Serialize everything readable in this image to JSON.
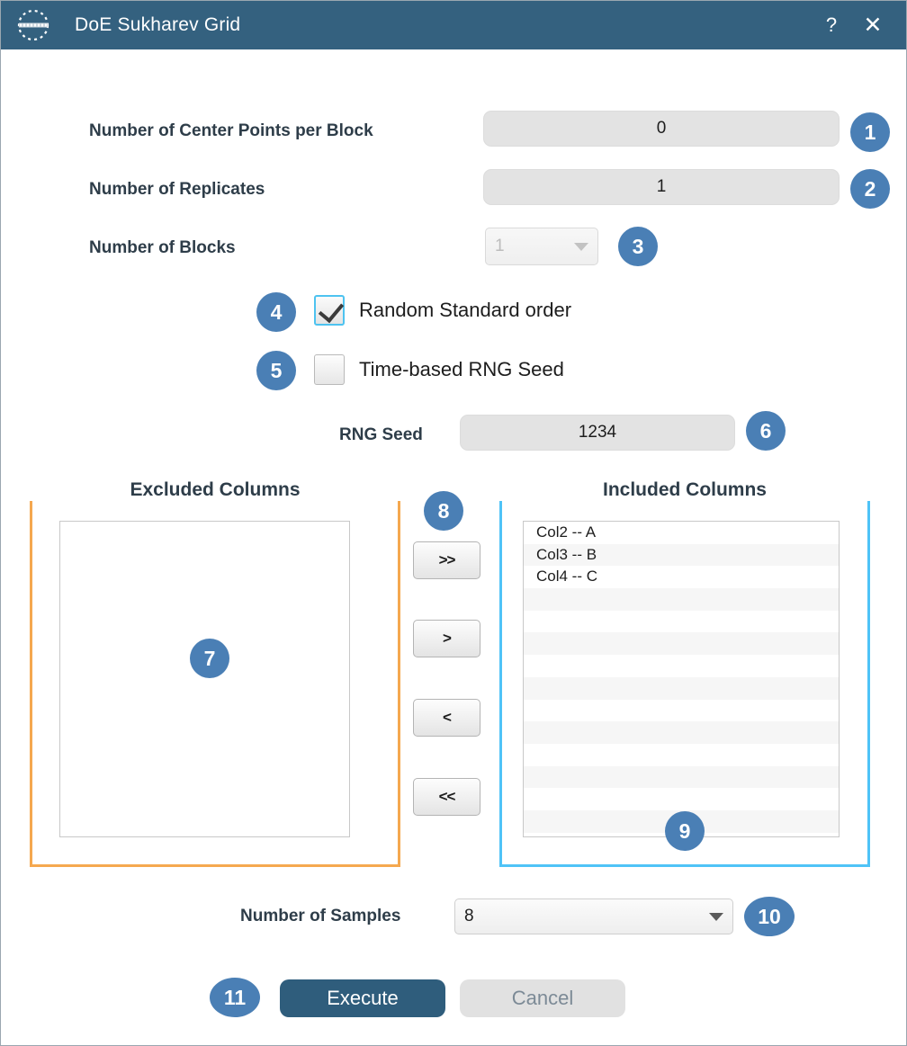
{
  "window": {
    "title": "DoE Sukharev Grid",
    "icon": "target-crosshair-icon",
    "help_label": "?",
    "close_label": "✕",
    "titlebar_color": "#34617f"
  },
  "theme": {
    "accent_badge": "#4a7fb5",
    "excluded_bracket": "#f5a84f",
    "included_bracket": "#4fc3f7",
    "primary_button": "#2f5d7c",
    "checkbox_focus": "#4ec3f0"
  },
  "fields": {
    "center_points": {
      "label": "Number of Center Points per Block",
      "value": "0",
      "badge": "1"
    },
    "replicates": {
      "label": "Number of Replicates",
      "value": "1",
      "badge": "2"
    },
    "blocks": {
      "label": "Number of Blocks",
      "value": "1",
      "badge": "3",
      "disabled": true,
      "options": [
        "1"
      ]
    },
    "rng_seed": {
      "label": "RNG Seed",
      "value": "1234",
      "badge": "6"
    }
  },
  "checkboxes": {
    "random_standard_order": {
      "label": "Random Standard order",
      "checked": true,
      "badge": "4"
    },
    "time_based_seed": {
      "label": "Time-based RNG Seed",
      "checked": false,
      "badge": "5"
    }
  },
  "excluded_columns": {
    "title": "Excluded Columns",
    "badge": "7",
    "items": []
  },
  "included_columns": {
    "title": "Included Columns",
    "badge": "9",
    "items": [
      "Col2 -- A",
      "Col3 -- B",
      "Col4 -- C"
    ]
  },
  "transfer": {
    "badge": "8",
    "buttons": [
      {
        "label": ">>",
        "name": "move-all-right"
      },
      {
        "label": ">",
        "name": "move-right"
      },
      {
        "label": "<",
        "name": "move-left"
      },
      {
        "label": "<<",
        "name": "move-all-left"
      }
    ]
  },
  "samples": {
    "label": "Number of Samples",
    "value": "8",
    "badge": "10",
    "options": [
      "8"
    ]
  },
  "actions": {
    "badge": "11",
    "execute_label": "Execute",
    "cancel_label": "Cancel"
  }
}
